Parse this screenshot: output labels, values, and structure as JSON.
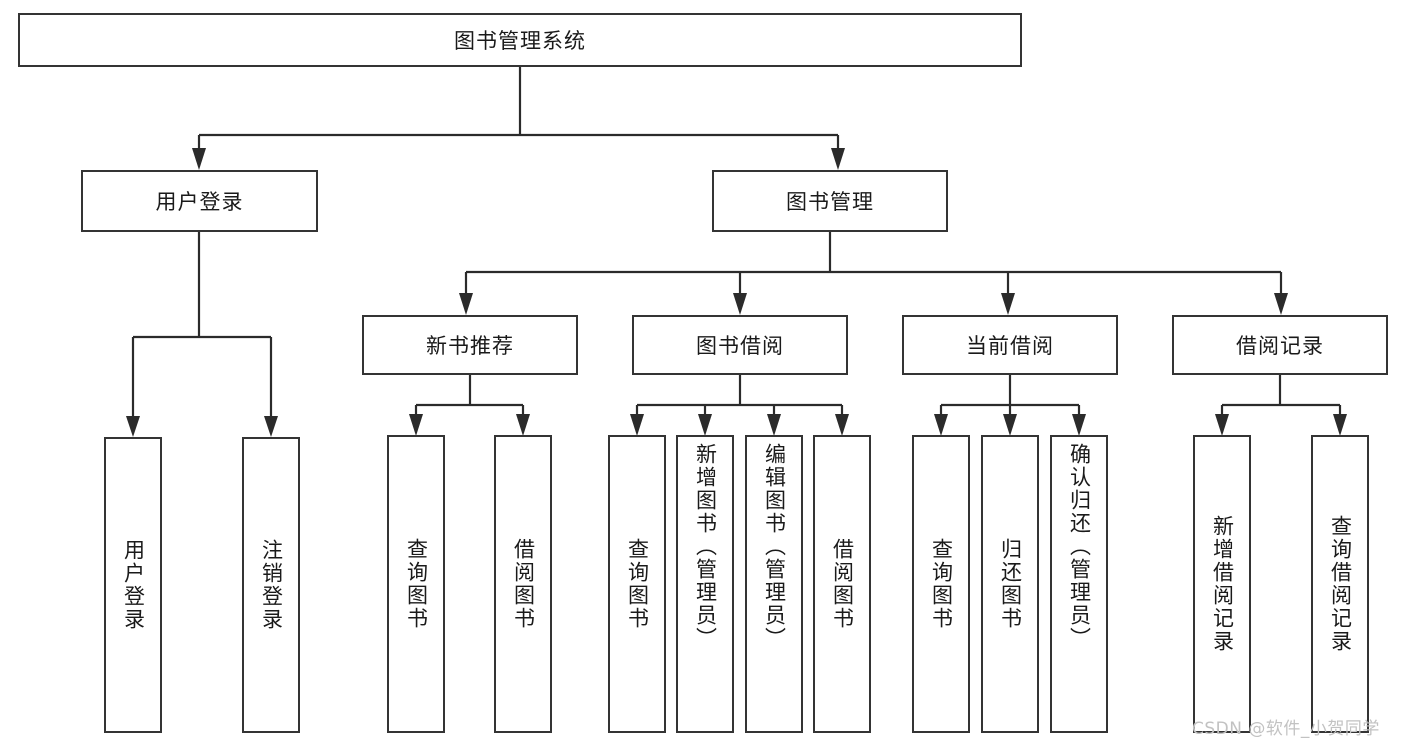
{
  "diagram": {
    "type": "tree-hierarchy-chart",
    "title": "图书管理系统",
    "stroke_color": "#2b2b2b",
    "box_fill": "#ffffff",
    "watermark": "CSDN @软件_小贺同学",
    "watermark_color": "#c2c2c2"
  },
  "nodes": {
    "root": {
      "label": "图书管理系统"
    },
    "level2": [
      {
        "label": "用户登录"
      },
      {
        "label": "图书管理"
      }
    ],
    "level3": [
      {
        "label": "新书推荐"
      },
      {
        "label": "图书借阅"
      },
      {
        "label": "当前借阅"
      },
      {
        "label": "借阅记录"
      }
    ],
    "leaves_user_login": [
      {
        "label": "用户登录"
      },
      {
        "label": "注销登录"
      }
    ],
    "leaves_new_book": [
      {
        "label": "查询图书"
      },
      {
        "label": "借阅图书"
      }
    ],
    "leaves_borrow": [
      {
        "label": "查询图书"
      },
      {
        "label": "新增图书（管理员）"
      },
      {
        "label": "编辑图书（管理员）"
      },
      {
        "label": "借阅图书"
      }
    ],
    "leaves_current": [
      {
        "label": "查询图书"
      },
      {
        "label": "归还图书"
      },
      {
        "label": "确认归还（管理员）"
      }
    ],
    "leaves_records": [
      {
        "label": "新增借阅记录"
      },
      {
        "label": "查询借阅记录"
      }
    ]
  }
}
